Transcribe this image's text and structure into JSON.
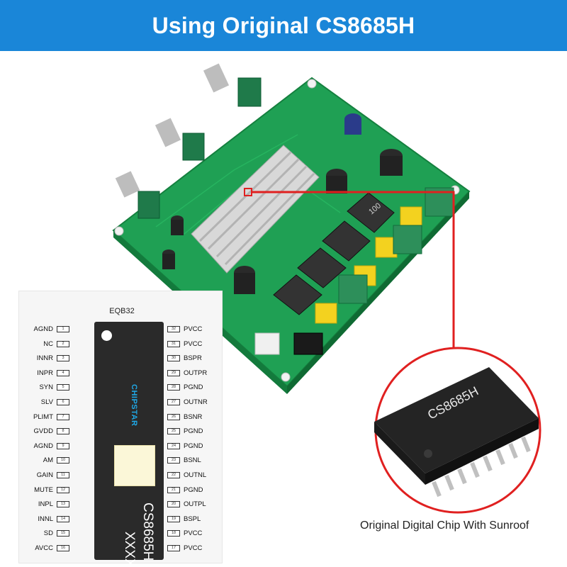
{
  "banner": {
    "title": "Using Original CS8685H"
  },
  "pinout": {
    "package": "EQB32",
    "chip_logo": "CHIPSTAR",
    "chip_part": "CS8685H",
    "chip_code": "XXXX",
    "left_pins": [
      {
        "num": "1",
        "label": "AGND"
      },
      {
        "num": "2",
        "label": "NC"
      },
      {
        "num": "3",
        "label": "INNR"
      },
      {
        "num": "4",
        "label": "INPR"
      },
      {
        "num": "5",
        "label": "SYN"
      },
      {
        "num": "6",
        "label": "SLV"
      },
      {
        "num": "7",
        "label": "PLIMT"
      },
      {
        "num": "8",
        "label": "GVDD"
      },
      {
        "num": "9",
        "label": "AGND"
      },
      {
        "num": "10",
        "label": "AM"
      },
      {
        "num": "11",
        "label": "GAIN"
      },
      {
        "num": "12",
        "label": "MUTE"
      },
      {
        "num": "13",
        "label": "INPL"
      },
      {
        "num": "14",
        "label": "INNL"
      },
      {
        "num": "15",
        "label": "SD"
      },
      {
        "num": "16",
        "label": "AVCC"
      }
    ],
    "right_pins": [
      {
        "num": "32",
        "label": "PVCC"
      },
      {
        "num": "31",
        "label": "PVCC"
      },
      {
        "num": "30",
        "label": "BSPR"
      },
      {
        "num": "29",
        "label": "OUTPR"
      },
      {
        "num": "28",
        "label": "PGND"
      },
      {
        "num": "27",
        "label": "OUTNR"
      },
      {
        "num": "26",
        "label": "BSNR"
      },
      {
        "num": "25",
        "label": "PGND"
      },
      {
        "num": "24",
        "label": "PGND"
      },
      {
        "num": "23",
        "label": "BSNL"
      },
      {
        "num": "22",
        "label": "OUTNL"
      },
      {
        "num": "21",
        "label": "PGND"
      },
      {
        "num": "20",
        "label": "OUTPL"
      },
      {
        "num": "19",
        "label": "BSPL"
      },
      {
        "num": "18",
        "label": "PVCC"
      },
      {
        "num": "17",
        "label": "PVCC"
      }
    ]
  },
  "zoom": {
    "chip_marking": "CS8685H",
    "caption": "Original Digital Chip With Sunroof"
  },
  "board": {
    "inductor_marking": "100"
  },
  "colors": {
    "banner": "#1a86d8",
    "pcb": "#1fa054",
    "callout": "#e02020"
  }
}
